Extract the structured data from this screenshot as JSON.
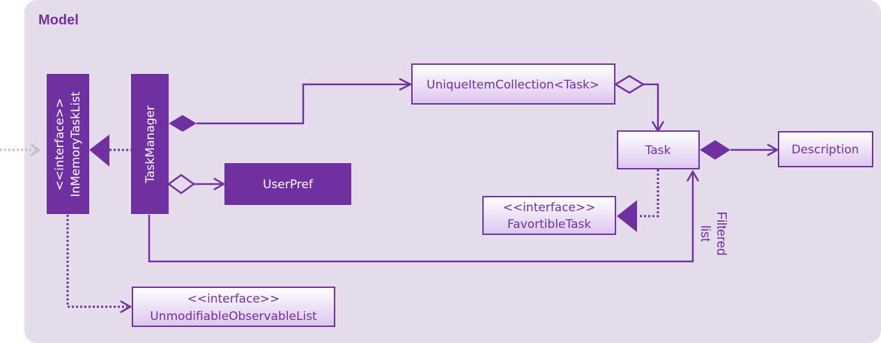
{
  "panel": {
    "title": "Model"
  },
  "classes": {
    "inmemory_stereotype": "<<interface>>",
    "inmemory_name": "InMemoryTaskList",
    "taskmanager": "TaskManager",
    "userpref": "UserPref",
    "unique_collection": "UniqueItemCollection<Task>",
    "task": "Task",
    "description": "Description",
    "favortible_stereotype": "<<interface>>",
    "favortible_name": "FavortibleTask",
    "unmodifiable_stereotype": "<<interface>>",
    "unmodifiable_name": "UnmodifiableObservableList"
  },
  "annotations": {
    "filtered_line1": "Filtered",
    "filtered_line2": "list"
  },
  "colors": {
    "panel_bg": "#e5ddec",
    "dark_fill": "#7030a0",
    "light_fill": "#e6d9f3",
    "stroke": "#7030a0",
    "incoming_link": "#bfbfbf"
  }
}
